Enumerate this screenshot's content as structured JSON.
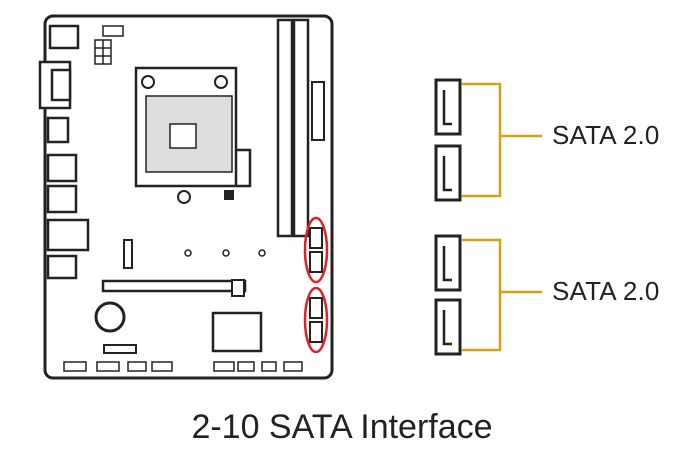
{
  "labels": {
    "sata_top": "SATA 2.0",
    "sata_bottom": "SATA 2.0"
  },
  "caption": "2-10 SATA Interface",
  "colors": {
    "outline": "#222222",
    "bracket": "#d4a017",
    "highlight": "#e0202a",
    "background": "#ffffff"
  }
}
